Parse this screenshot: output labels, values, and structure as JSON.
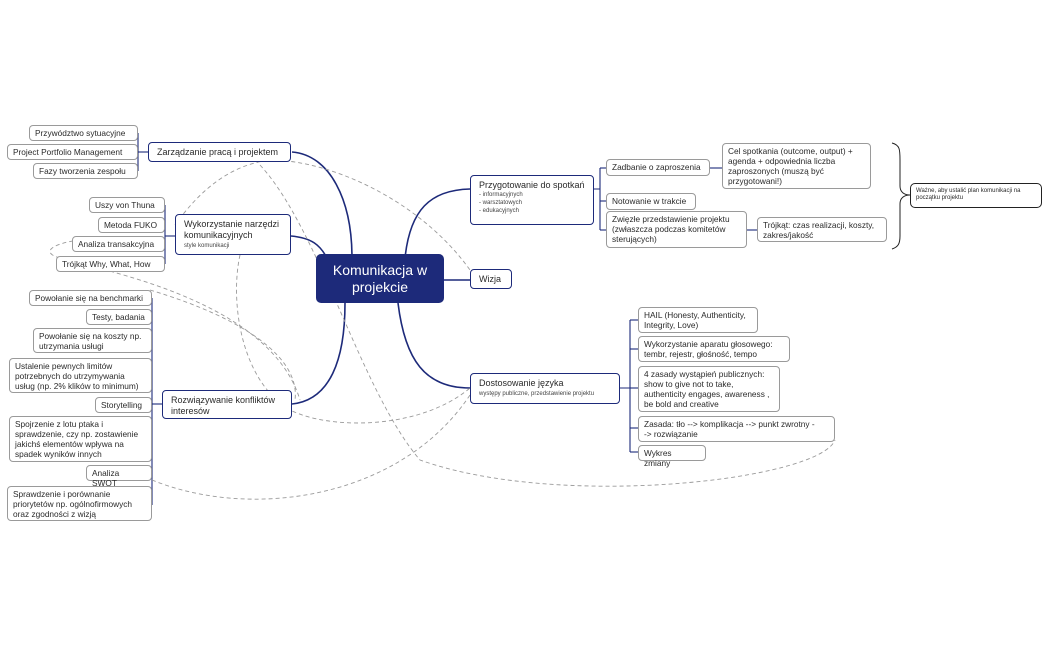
{
  "root": {
    "line1": "Komunikacja w",
    "line2": "projekcie"
  },
  "nodes": {
    "zarzadzanie": "Zarządzanie pracą i projektem",
    "przywodztwo": "Przywództwo sytuacyjne",
    "portfolio": "Project Portfolio Management",
    "fazy": "Fazy tworzenia zespołu",
    "narzedzia": {
      "line1": "Wykorzystanie narzędzi",
      "line2": "komunikacyjnych",
      "sub": "style komunikacji"
    },
    "thun": "Uszy von Thuna",
    "fuko": "Metoda FUKO",
    "transakcyjna": "Analiza transakcyjna",
    "trojkat_why": "Trójkąt Why, What, How",
    "konflikty": {
      "line1": "Rozwiązywanie konfliktów",
      "line2": "interesów"
    },
    "benchmark": "Powołanie się na benchmarki",
    "testy": "Testy, badania",
    "koszty": {
      "line1": "Powołanie się na koszty np.",
      "line2": "utrzymania usługi"
    },
    "limity": {
      "line1": "Ustalenie pewnych limitów",
      "line2": "potrzebnych do utrzymywania",
      "line3": "usług (np. 2% klików to minimum)"
    },
    "storytelling": "Storytelling",
    "spojrzenie": {
      "line1": "Spojrzenie z lotu ptaka i",
      "line2": "sprawdzenie, czy np. zostawienie",
      "line3": "jakichś elementów wpływa na",
      "line4": "spadek wyników innych"
    },
    "swot": "Analiza SWOT",
    "priorytety": {
      "line1": "Sprawdzenie i porównanie",
      "line2": "priorytetów np. ogólnofirmowych",
      "line3": "oraz zgodności z wizją"
    },
    "przygotowanie": {
      "title": "Przygotowanie do spotkań",
      "i1": "- informacyjnych",
      "i2": "- warsztatowych",
      "i3": "- edukacyjnych"
    },
    "zaproszenia": "Zadbanie o zaproszenia",
    "cel": {
      "line1": "Cel spotkania (outcome, output) +",
      "line2": "agenda + odpowiednia liczba",
      "line3": "zaproszonych (muszą być",
      "line4": "przygotowani!)"
    },
    "notowanie": "Notowanie w trakcie",
    "zwiezle": {
      "line1": "Zwięzłe przedstawienie projektu",
      "line2": "(zwłaszcza podczas komitetów",
      "line3": "sterujących)"
    },
    "trojkat_czas": {
      "line1": "Trójkąt: czas realizacji, koszty,",
      "line2": "zakres/jakość"
    },
    "wazne": {
      "line1": "Ważne, aby ustalić plan komunikacji na",
      "line2": "początku projektu"
    },
    "wizja": "Wizja",
    "dostosowanie": {
      "title": "Dostosowanie języka",
      "sub": "występy publiczne, przedstawienie projektu"
    },
    "hail": {
      "line1": "HAIL (Honesty, Authenticity,",
      "line2": "Integrity, Love)"
    },
    "aparat": {
      "line1": "Wykorzystanie aparatu głosowego:",
      "line2": "tembr, rejestr, głośność, tempo"
    },
    "zasady4": {
      "line1": "4 zasady wystąpień publicznych:",
      "line2": "show to give not to take,",
      "line3": "authenticity engages, awareness ,",
      "line4": "be bold and creative"
    },
    "zasada": {
      "line1": "Zasada: tło --> komplikacja --> punkt zwrotny -",
      "line2": "-> rozwiązanie"
    },
    "wykres": "Wykres zmiany"
  },
  "colors": {
    "main": "#1d2a7a",
    "sub_border": "#9a9a9a",
    "relation": "#9a9a9a"
  }
}
